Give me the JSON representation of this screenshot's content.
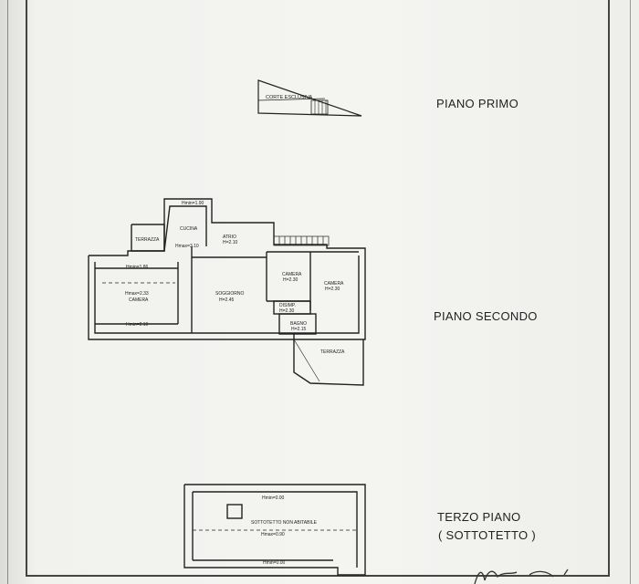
{
  "floors": {
    "first": {
      "title": "PIANO PRIMO",
      "rooms": {
        "corte": "CORTE ESCLUSIVA"
      }
    },
    "second": {
      "title": "PIANO SECONDO",
      "rooms": {
        "terrazza_left": "TERRAZZA",
        "cucina": "CUCINA",
        "cucina_hmin": "Hmin=1.90",
        "cucina_hmax": "Hmax=3.10",
        "atrio": "ATRIO",
        "atrio_h": "H=2.10",
        "camera_left_hmin": "Hmin=1.86",
        "camera_left_hmax": "Hmax=2.33",
        "camera_left": "CAMERA",
        "camera_left_h": "Hmin=2.10",
        "soggiorno": "SOGGIORNO",
        "soggiorno_h": "H=2.45",
        "camera_mid": "CAMERA",
        "camera_mid_h": "H=2.30",
        "camera_right": "CAMERA",
        "camera_right_h": "H=2.30",
        "disimp": "DISIMP.",
        "disimp_h": "H=2.30",
        "bagno": "BAGNO",
        "bagno_h": "H=2.15",
        "terrazza_right": "TERRAZZA"
      }
    },
    "third": {
      "title": "TERZO PIANO",
      "subtitle": "( SOTTOTETTO )",
      "rooms": {
        "hmin_top": "Hmin=0.00",
        "sottotetto": "SOTTOTETTO NON ABITABILE",
        "hmax": "Hmax=0.90",
        "hmin_bottom": "Hmin=0.00"
      }
    }
  }
}
